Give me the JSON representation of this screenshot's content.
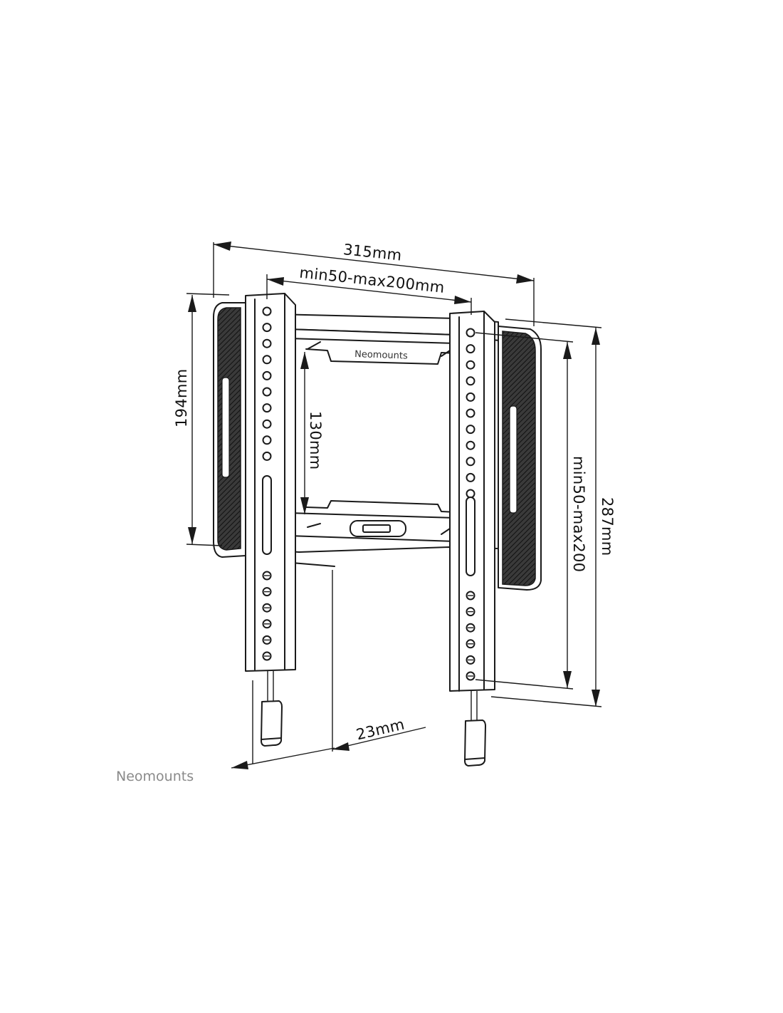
{
  "dimensions": {
    "overall_width": "315mm",
    "vesa_width": "min50-max200mm",
    "height_left": "194mm",
    "vesa_height_inner": "130mm",
    "vesa_height_right": "min50-max200",
    "overall_height": "287mm",
    "depth": "23mm"
  },
  "brand": {
    "frame_logo": "Neomounts",
    "corner_logo": "Neomounts"
  },
  "colors": {
    "line": "#1a1a1a",
    "pad": "#2a2a2a",
    "brand_gray": "#8a8a8a"
  }
}
